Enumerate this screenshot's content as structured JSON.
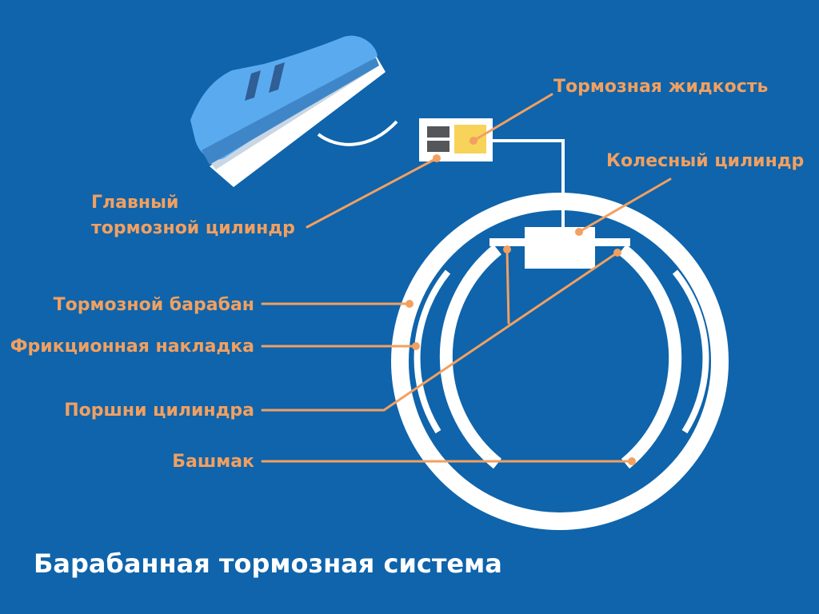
{
  "title": "Барабанная тормозная система",
  "labels": {
    "brake_fluid": "Тормозная жидкость",
    "wheel_cylinder": "Колесный цилиндр",
    "master_cylinder_line1": "Главный",
    "master_cylinder_line2": "тормозной цилиндр",
    "brake_drum": "Тормозной барабан",
    "friction_lining": "Фрикционная накладка",
    "cylinder_pistons": "Поршни цилиндра",
    "shoe": "Башмак"
  },
  "colors": {
    "background": "#0f64ab",
    "label": "#f2a060",
    "parts": "#ffffff",
    "shoe_icon": "#5aaaf0",
    "fluid": "#f7d35a"
  },
  "icons": {
    "pedal": "shoe-on-pedal-icon"
  }
}
